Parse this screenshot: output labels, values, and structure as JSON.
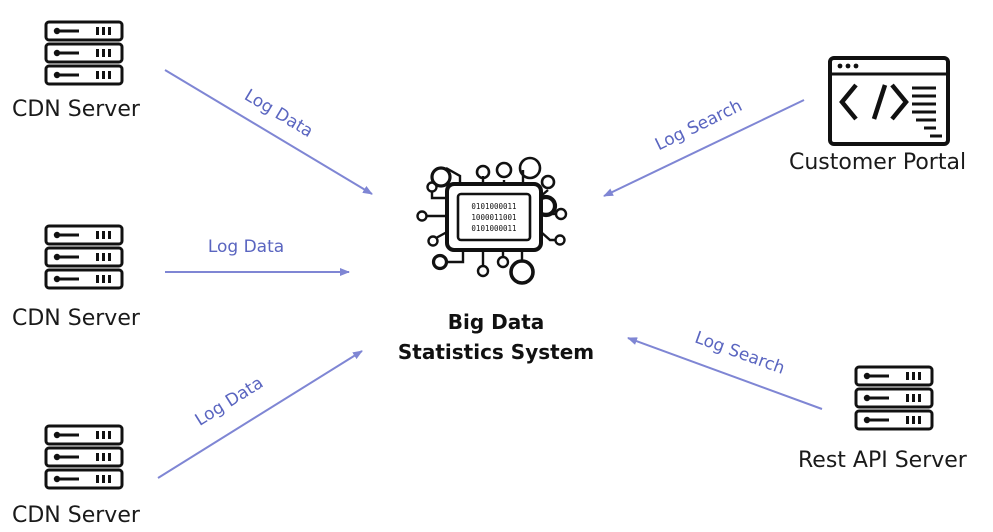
{
  "nodes": {
    "cdn_server_top": "CDN Server",
    "cdn_server_middle": "CDN Server",
    "cdn_server_bottom": "CDN Server",
    "customer_portal": "Customer Portal",
    "rest_api_server": "Rest API Server",
    "center_line1": "Big Data",
    "center_line2": "Statistics System"
  },
  "chip_bits": [
    "0101000011",
    "1000011001",
    "0101000011"
  ],
  "edges": {
    "log_data_top": "Log Data",
    "log_data_middle": "Log Data",
    "log_data_bottom": "Log Data",
    "log_search_top": "Log Search",
    "log_search_bottom": "Log Search"
  },
  "colors": {
    "edge": "#7f86d4",
    "edge_text": "#5a65c0",
    "icon": "#111111"
  }
}
